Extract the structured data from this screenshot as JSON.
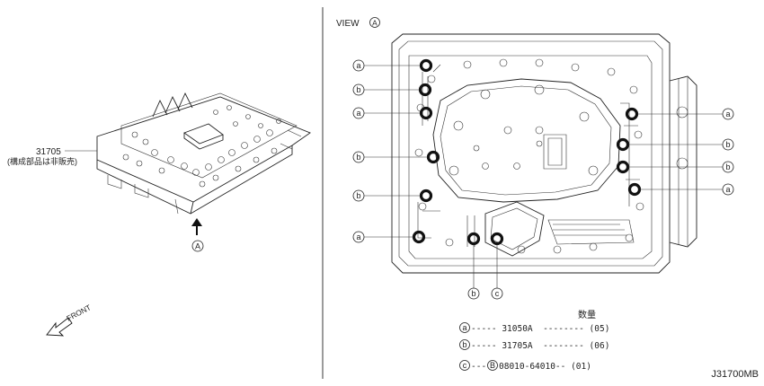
{
  "left_panel": {
    "part_number": "31705",
    "part_note": "(構成部品は非販売)",
    "view_marker": "A",
    "front_label": "FRONT"
  },
  "right_panel": {
    "view_title": "VIEW",
    "view_marker": "A"
  },
  "left_callouts": [
    "a",
    "b",
    "a",
    "b",
    "b",
    "a"
  ],
  "right_callouts": [
    "a",
    "b",
    "b",
    "a"
  ],
  "bottom_callouts": [
    "b",
    "c"
  ],
  "legend": {
    "quantity_header": "数量",
    "rows": [
      {
        "marker": "a",
        "text": "----- 31050A  -------- (05)"
      },
      {
        "marker": "b",
        "text": "----- 31705A  -------- (06)"
      },
      {
        "marker": "c",
        "text": "---",
        "sub_marker": "B",
        "sub_text": "08010-64010-- (01)"
      }
    ]
  },
  "diagram_code": "J31700MB"
}
